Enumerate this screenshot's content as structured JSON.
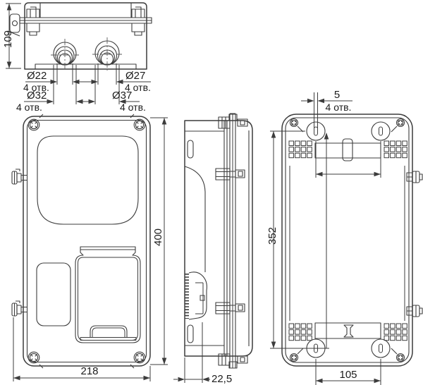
{
  "top_view": {
    "height": "109",
    "dims": [
      {
        "dia": "Ø22",
        "qty": "4 отв."
      },
      {
        "dia": "Ø27",
        "qty": "4 отв."
      },
      {
        "dia": "Ø32",
        "qty": "4 отв."
      },
      {
        "dia": "Ø37",
        "qty": "4 отв."
      }
    ]
  },
  "front_view": {
    "width": "218",
    "height": "400"
  },
  "side_view": {
    "depth": "22,5"
  },
  "back_view": {
    "slot": "5",
    "slot_qty": "4 отв.",
    "v_pitch": "352",
    "h_pitch": "105"
  },
  "colors": {
    "line": "#3c3c3c",
    "background": "#ffffff"
  }
}
